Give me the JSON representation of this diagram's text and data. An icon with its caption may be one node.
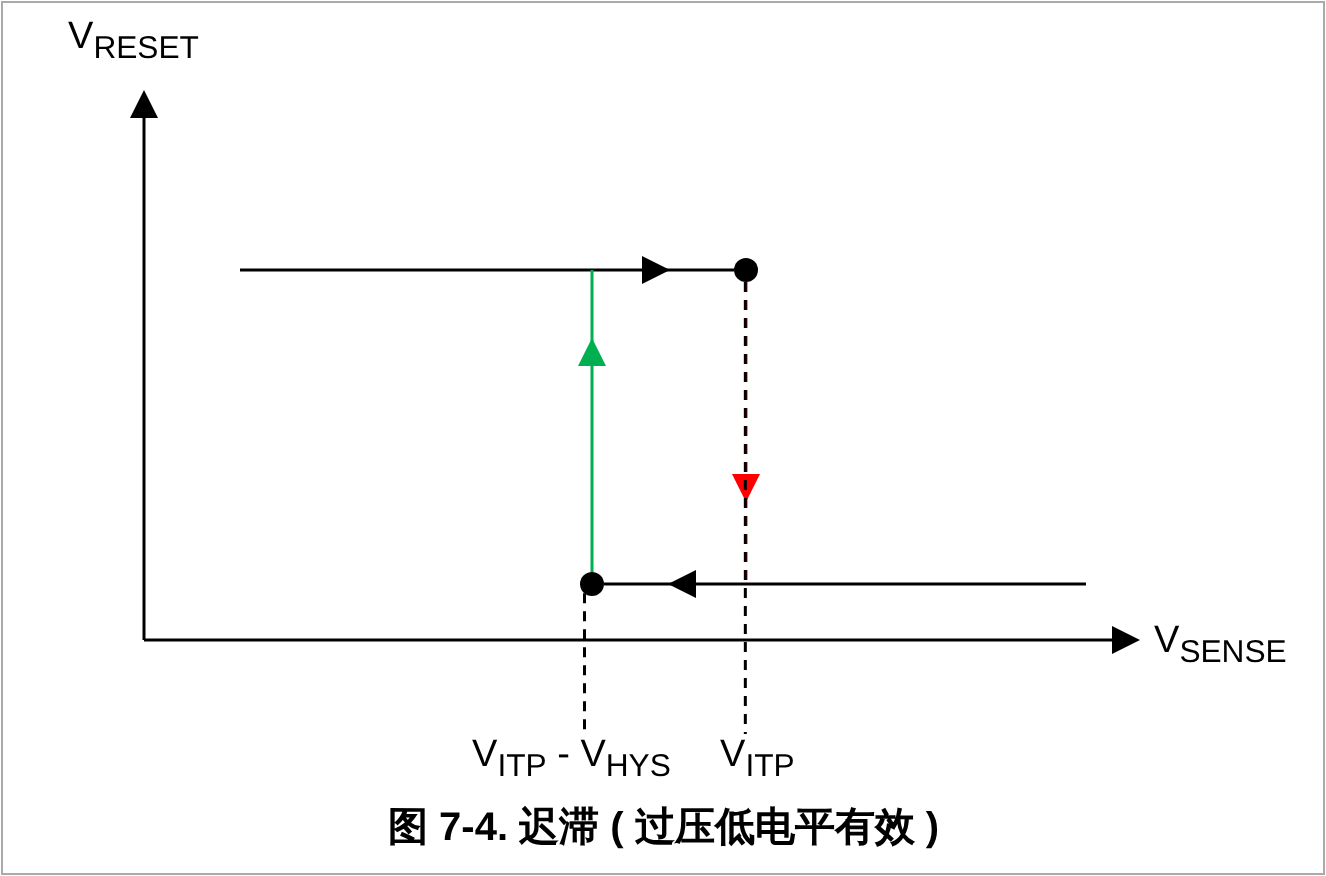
{
  "diagram": {
    "caption": "图 7-4. 迟滞 ( 过压低电平有效 )",
    "nodes": [
      {
        "text": [],
        "shape": "circle"
      },
      {
        "text": [],
        "shape": "circle"
      },
      {
        "text": [
          "V$_{ITP}$ - V$_{HYS}$"
        ]
      },
      {
        "text": [
          "V$_{ITP}$"
        ]
      }
    ],
    "edges": [
      {
        "from": 1,
        "to": 2,
        "arrow": "none",
        "style": "dashed"
      },
      {
        "from": 0,
        "to": 3,
        "arrow": "none",
        "style": "dashed"
      }
    ],
    "labels": [
      "V$_{RESET}$",
      "V$_{SENSE}$"
    ]
  }
}
